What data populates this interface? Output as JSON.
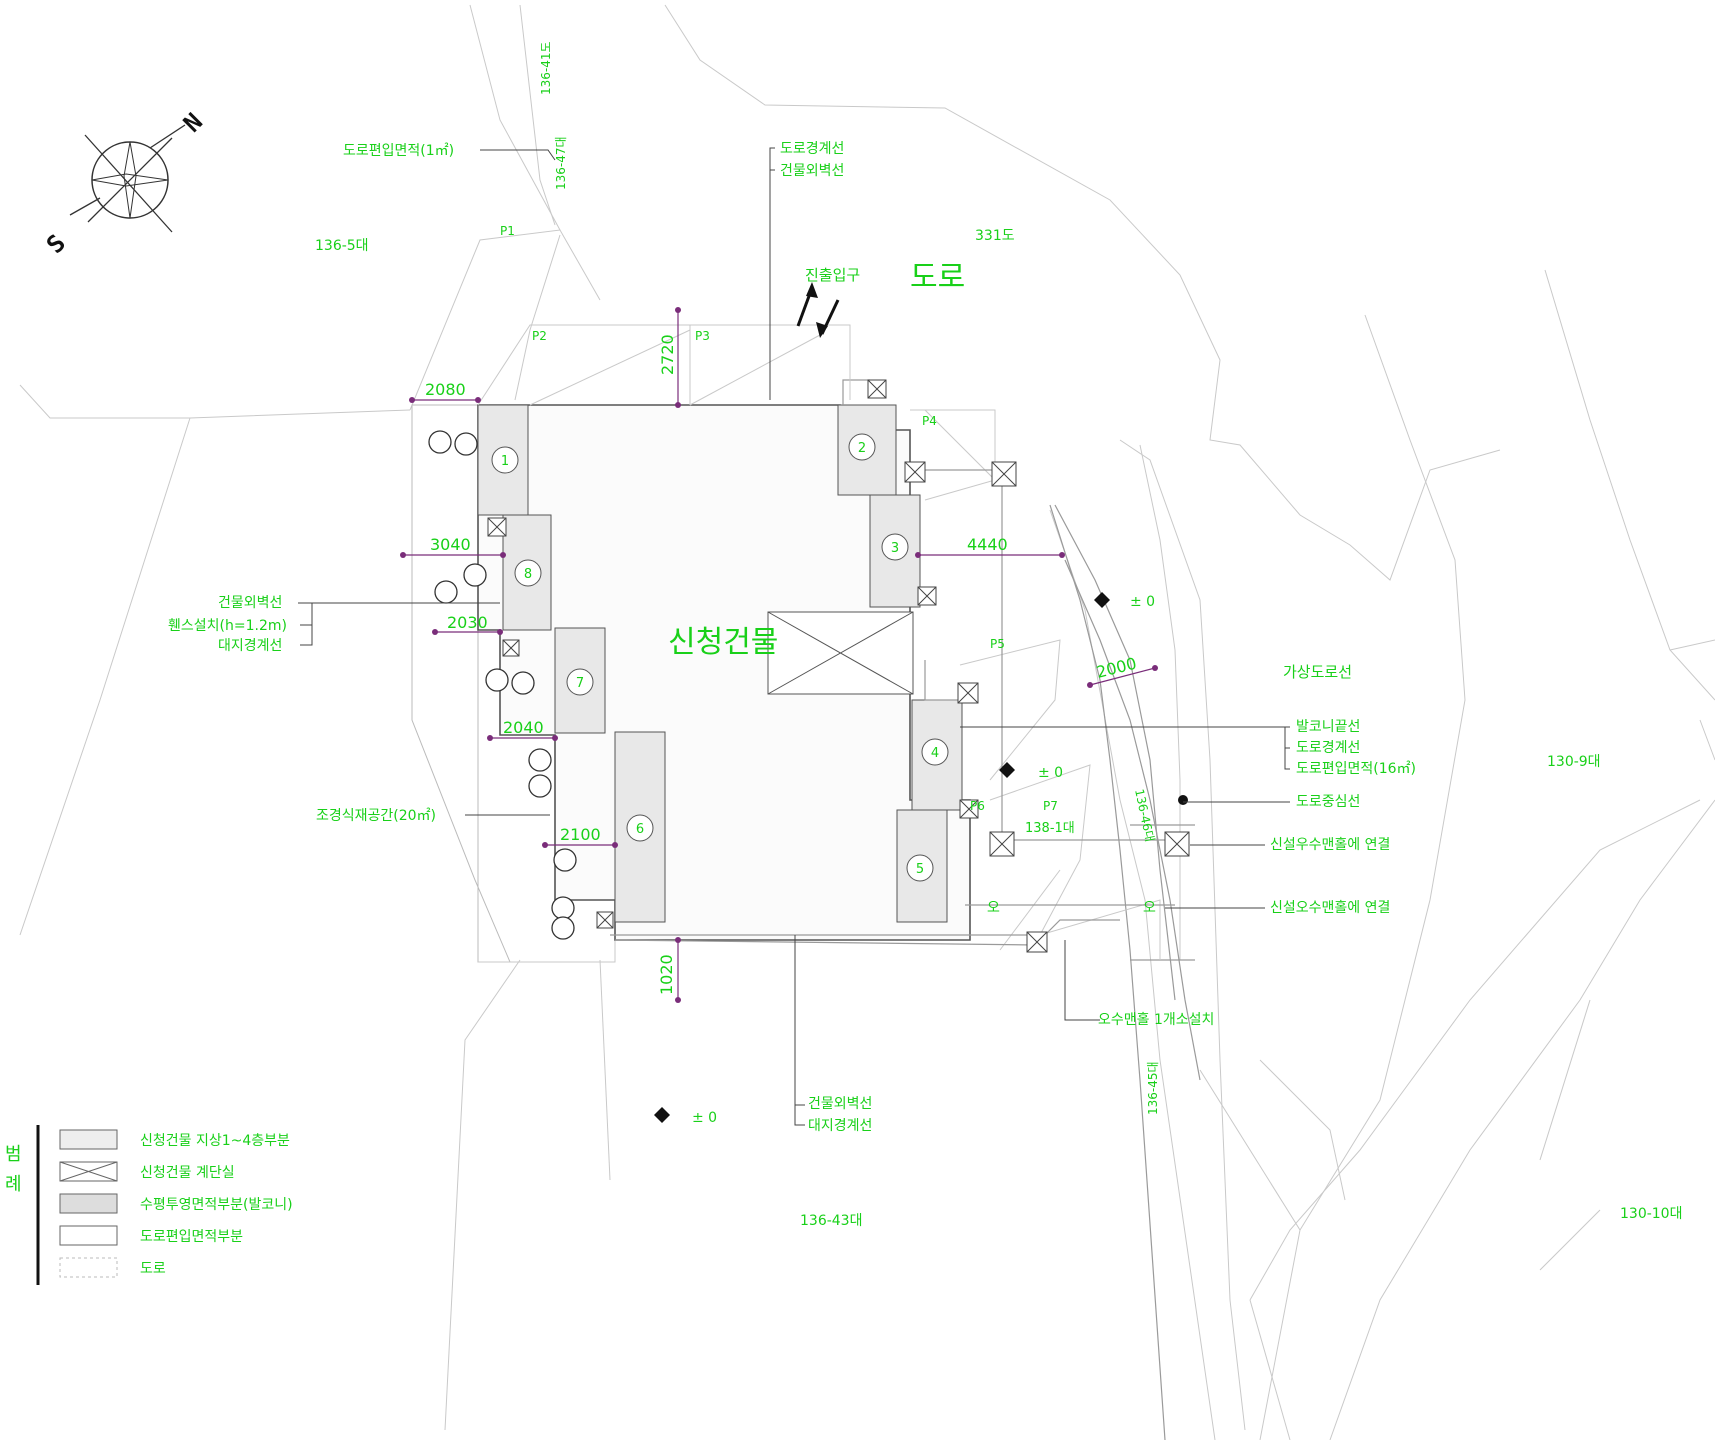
{
  "compass": {
    "north": "N",
    "south": "S"
  },
  "parcels": [
    "136-5대",
    "331도",
    "136-43대",
    "130-9대",
    "130-10대"
  ],
  "parcel_rotated": [
    "136-41도",
    "136-47대",
    "136-45대",
    "136-46대"
  ],
  "parcel_138": "138-1대",
  "road_label": "도로",
  "entrance_label": "진출입구",
  "building_label": "신청건물",
  "virtual_road_label": "가상도로선",
  "level_mark": "± 0",
  "patches": [
    "P1",
    "P2",
    "P3",
    "P4",
    "P5",
    "P6",
    "P7"
  ],
  "dimensions": [
    "2080",
    "3040",
    "2030",
    "2040",
    "2100",
    "4440",
    "2000",
    "2720",
    "1020"
  ],
  "rooms": [
    "1",
    "2",
    "3",
    "4",
    "5",
    "6",
    "7",
    "8"
  ],
  "labels": {
    "road_inclusion_1": "도로편입면적(1㎡)",
    "road_boundary_top": "도로경계선",
    "building_outer_top": "건물외벽선",
    "building_outer_left": "건물외벽선",
    "fence": "휀스설치(h=1.2m)",
    "site_boundary_left": "대지경계선",
    "landscape": "조경식재공간(20㎡)",
    "balcony_line": "발코니끝선",
    "road_boundary_right": "도로경계선",
    "road_inclusion_16": "도로편입면적(16㎡)",
    "road_center": "도로중심선",
    "rain_connect": "신설우수맨홀에 연결",
    "sewage_connect": "신설오수맨홀에 연결",
    "sewage_manhole": "오수맨홀 1개소설치",
    "building_outer_bottom": "건물외벽선",
    "site_boundary_bottom": "대지경계선",
    "sewage_symbol": "오"
  },
  "legend": {
    "title_1": "범",
    "title_2": "례",
    "items": [
      "신청건물 지상1~4층부분",
      "신청건물 계단실",
      "수평투영면적부분(발코니)",
      "도로편입면적부분",
      "도로"
    ],
    "colors": [
      "#eeeeee",
      "#ffffff",
      "#dddddd",
      "#ffffff",
      "#ffffff"
    ]
  },
  "colors": {
    "label": "#19d019",
    "dimension_mark": "#7a2d7a"
  }
}
